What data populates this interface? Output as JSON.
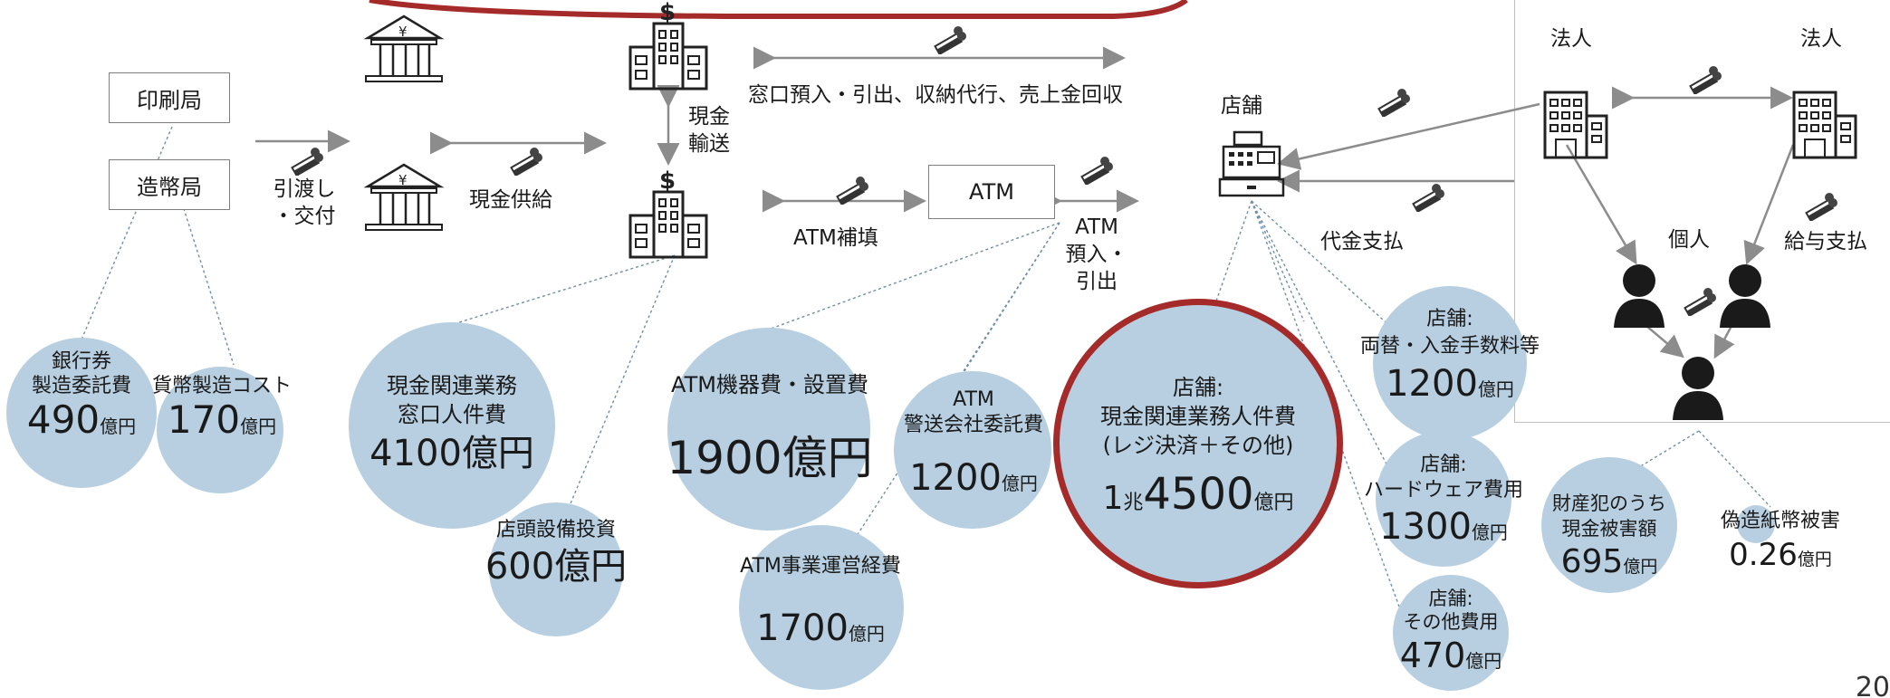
{
  "labels": {
    "print_bureau": "印刷局",
    "mint": "造幣局",
    "handover": "引渡し\n・交付",
    "cash_supply": "現金供給",
    "cash_transport": "現金\n輸送",
    "counter_services": "窓口預入・引出、収納代行、売上金回収",
    "atm": "ATM",
    "atm_replenish": "ATM補填",
    "atm_deposit_withdraw": "ATM\n預入・\n引出",
    "store": "店舗",
    "payment": "代金支払",
    "corporation_1": "法人",
    "corporation_2": "法人",
    "individual": "個人",
    "salary": "給与支払",
    "bank_symbol": "¥",
    "dollar_symbol": "$"
  },
  "bubbles": {
    "banknote": {
      "label": "銀行券\n製造委託費",
      "value": "490",
      "unit": "億円"
    },
    "coin": {
      "label": "貨幣製造コスト",
      "value": "170",
      "unit": "億円"
    },
    "counter_staff": {
      "label": "現金関連業務\n窓口人件費",
      "value": "4100億円"
    },
    "store_equipment": {
      "label": "店頭設備投資",
      "value": "600億円"
    },
    "atm_equipment": {
      "label": "ATM機器費・設置費",
      "value": "1900億円"
    },
    "atm_security": {
      "label": "ATM\n警送会社委託費",
      "value": "1200",
      "unit": "億円"
    },
    "atm_operations": {
      "label": "ATM事業運営経費",
      "value": "1700",
      "unit": "億円"
    },
    "store_staff": {
      "label": "店舗:\n現金関連業務人件費\n(レジ決済＋その他)",
      "value_a": "1",
      "unit_a": "兆",
      "value": "4500",
      "unit": "億円"
    },
    "store_exchange": {
      "label": "店舗:\n両替・入金手数料等",
      "value": "1200",
      "unit": "億円"
    },
    "store_hardware": {
      "label": "店舗:\nハードウェア費用",
      "value": "1300",
      "unit": "億円"
    },
    "store_other": {
      "label": "店舗:\nその他費用",
      "value": "470",
      "unit": "億円"
    },
    "property_crime": {
      "label": "財産犯のうち\n現金被害額",
      "value": "695",
      "unit": "億円"
    },
    "counterfeit": {
      "label": "偽造紙幣被害",
      "value": "0.26",
      "unit": "億円"
    }
  },
  "page_number": "20",
  "colors": {
    "bubble": "#b7cfe0",
    "highlight_ring": "#a52a2a",
    "arrow": "#8c8c8c"
  }
}
